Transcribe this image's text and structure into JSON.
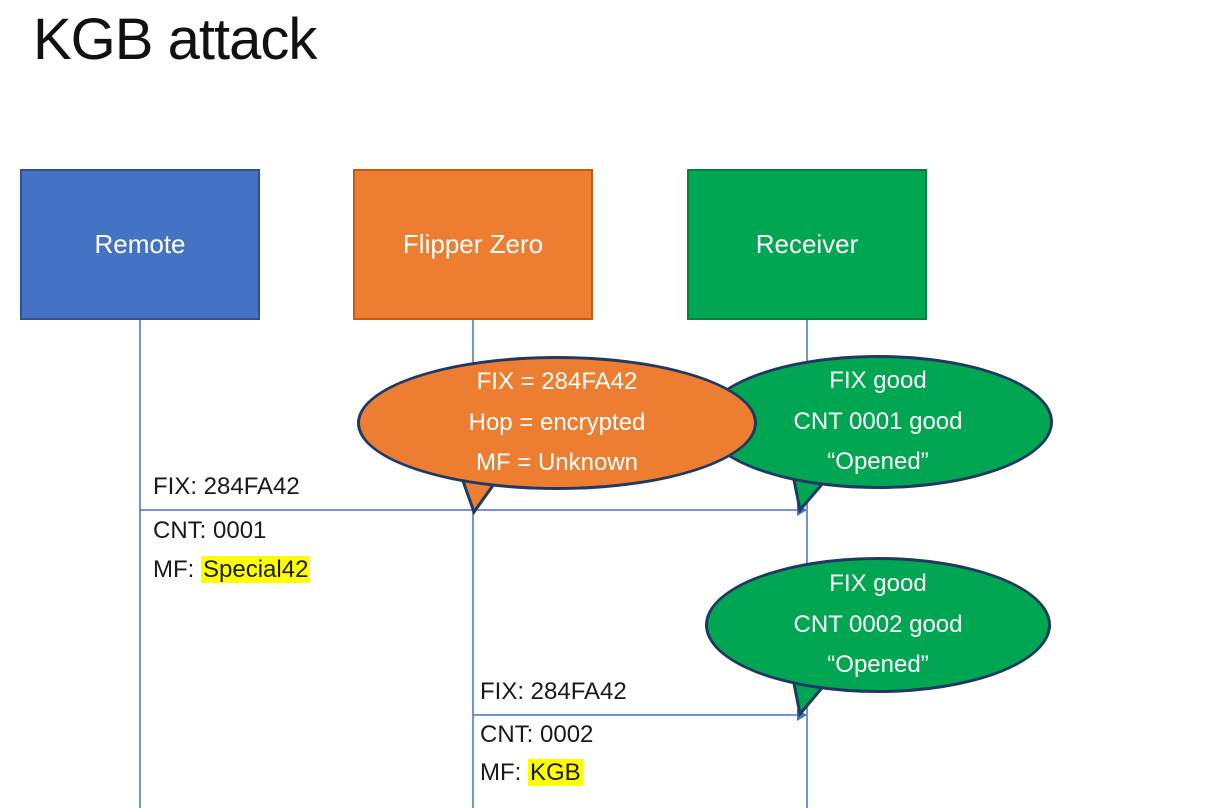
{
  "slide": {
    "title": "KGB attack",
    "background": "#FFFFFF"
  },
  "actors": [
    {
      "label": "Remote",
      "fill": "#4472C4",
      "border": "#2F528F"
    },
    {
      "label": "Flipper Zero",
      "fill": "#ED7D31",
      "border": "#C55A11"
    },
    {
      "label": "Receiver",
      "fill": "#00A651",
      "border": "#00843D"
    }
  ],
  "bubbles": [
    {
      "owner": "flipper-zero",
      "line1": "FIX = 284FA42",
      "line2": "Hop = encrypted",
      "line3": "MF = Unknown",
      "fill": "#ED7D31",
      "outline": "#1F3864",
      "text_color": "#FFFFFF"
    },
    {
      "owner": "receiver",
      "line1": "FIX good",
      "line2": "CNT 0001 good",
      "line3": "“Opened”",
      "fill": "#00A651",
      "outline": "#1F3864",
      "text_color": "#FFFFFF"
    },
    {
      "owner": "receiver",
      "line1": "FIX good",
      "line2": "CNT 0002 good",
      "line3": "“Opened”",
      "fill": "#00A651",
      "outline": "#1F3864",
      "text_color": "#FFFFFF"
    }
  ],
  "messages": [
    {
      "from": "Remote",
      "to": "Receiver",
      "fix_label": "FIX: 284FA42",
      "cnt_label": "CNT: 0001",
      "mf_prefix": "MF: ",
      "mf_highlight": "Special42",
      "highlight_color": "#FFFF00"
    },
    {
      "from": "Flipper Zero",
      "to": "Receiver",
      "fix_label": "FIX: 284FA42",
      "cnt_label": "CNT: 0002",
      "mf_prefix": "MF: ",
      "mf_highlight": "KGB",
      "highlight_color": "#FFFF00"
    }
  ],
  "line_color": "#4472C4"
}
